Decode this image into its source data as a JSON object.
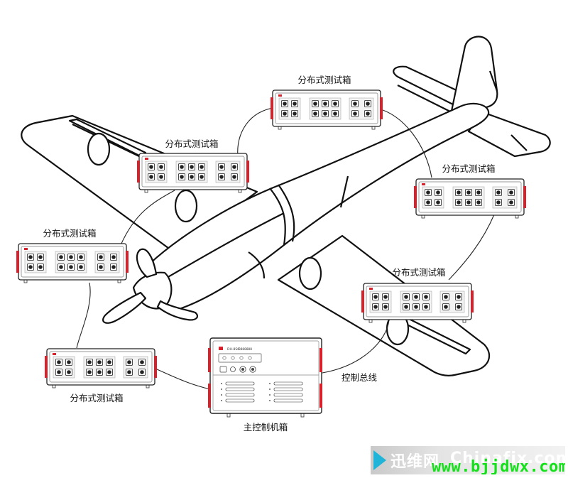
{
  "labels": {
    "test_box": "分布式测试箱",
    "main_box": "主控制机箱",
    "control_bus": "控制总线"
  },
  "main_box_panel": {
    "model": "DH-8S6",
    "display": "8888888"
  },
  "watermark": {
    "cn": "迅维网",
    "en": "Chinafix.com",
    "url": "www.bjjdwx.com"
  },
  "colors": {
    "accent_red": "#d9212b",
    "outline": "#111111",
    "url_green": "#14e01a",
    "logo_cyan": "#1fb4d8"
  }
}
